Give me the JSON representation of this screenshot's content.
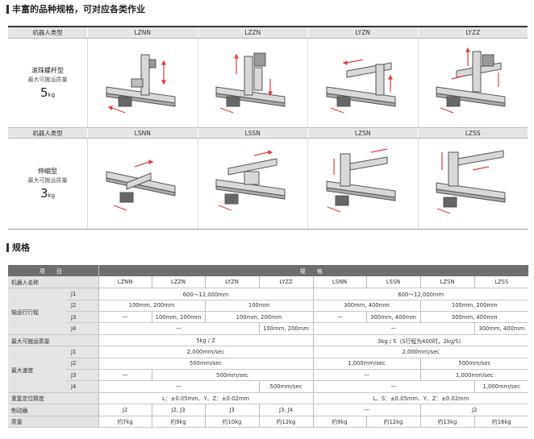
{
  "section1": {
    "title": "丰富的品种规格，可对应各类作业"
  },
  "section2": {
    "title": "规格"
  },
  "gallery": {
    "row1": {
      "header_label": "机器人类型",
      "models": [
        "LZNN",
        "LZZN",
        "LYZN",
        "LYZZ"
      ],
      "type_name": "滚珠螺杆型",
      "payload_label": "最大可搬运质量",
      "payload_value": "5",
      "payload_unit": "kg"
    },
    "row2": {
      "header_label": "机器人类型",
      "models": [
        "LSNN",
        "LSSN",
        "LZSN",
        "LZSS"
      ],
      "type_name": "伸缩型",
      "payload_label": "最大可搬运质量",
      "payload_value": "3",
      "payload_unit": "kg"
    }
  },
  "spec": {
    "item_header": "项 目",
    "spec_header": "规 格",
    "name_label": "机器人名称",
    "models": [
      "LZNN",
      "LZZN",
      "LYZN",
      "LYZZ",
      "LSNN",
      "LSSN",
      "LZSN",
      "LZSS"
    ],
    "stroke_label": "轴运行行程",
    "j1": "J1",
    "j2": "J2",
    "j3": "J3",
    "j4": "J4",
    "stroke_j1_a": "600～12,000mm",
    "stroke_j1_b": "600～12,000mm",
    "stroke_j2_a": "100mm, 200mm",
    "stroke_j2_b": "100mm",
    "stroke_j2_c": "300mm, 400mm",
    "stroke_j2_d": "100mm, 200mm",
    "stroke_j3_a": "—",
    "stroke_j3_b": "100mm, 200mm",
    "stroke_j3_c": "100mm, 200mm",
    "stroke_j3_d": "—",
    "stroke_j3_e": "300mm, 400mm",
    "stroke_j3_f": "300mm, 400mm",
    "stroke_j4_a": "—",
    "stroke_j4_b": "100mm, 200mm",
    "stroke_j4_c": "—",
    "stroke_j4_d": "300mm, 400mm",
    "payload_label": "最大可搬运质量",
    "payload_a": "5kg / Z",
    "payload_b": "3kg / S（S行程为400时，2kg/S）",
    "speed_label": "最大速度",
    "speed_j1_a": "2,000mm/sec",
    "speed_j1_b": "2,000mm/sec",
    "speed_j2_a": "500mm/sec",
    "speed_j2_b": "1,000mm/sec",
    "speed_j2_c": "500mm/sec",
    "speed_j3_a": "—",
    "speed_j3_b": "500mm/sec",
    "speed_j3_c": "—",
    "speed_j3_d": "1,000mm/sec",
    "speed_j4_a": "—",
    "speed_j4_b": "500mm/sec",
    "speed_j4_c": "—",
    "speed_j4_d": "1,000mm/sec",
    "repeat_label": "重复定位精度",
    "repeat_a": "L：±0.05mm、Y、Z：±0.02mm",
    "repeat_b": "L、S：±0.05mm、Y、Z：±0.02mm",
    "brake_label": "制动器",
    "brake": [
      "J2",
      "J2, J3",
      "J3",
      "J3, J4",
      "—",
      "J2"
    ],
    "mass_label": "质量",
    "mass": [
      "约7kg",
      "约9kg",
      "约10kg",
      "约12kg",
      "约9kg",
      "约12kg",
      "约13kg",
      "约16kg"
    ]
  }
}
